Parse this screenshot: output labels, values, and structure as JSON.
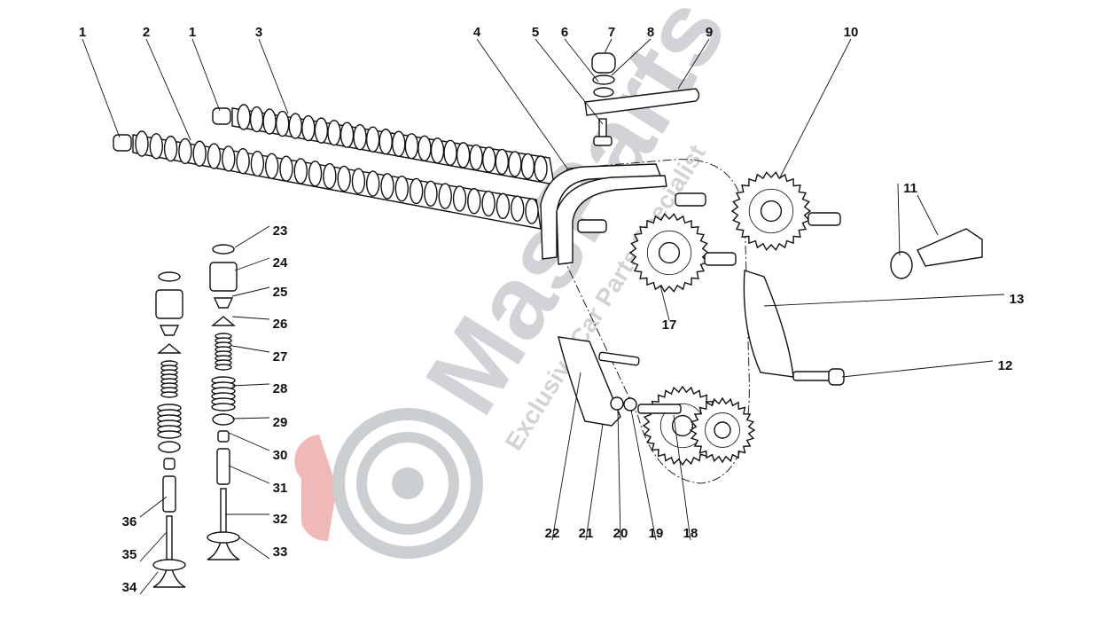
{
  "diagram": {
    "callouts": [
      "1",
      "2",
      "1",
      "3",
      "4",
      "5",
      "6",
      "7",
      "8",
      "9",
      "10",
      "11",
      "12",
      "13",
      "17",
      "18",
      "19",
      "20",
      "21",
      "22",
      "23",
      "24",
      "25",
      "26",
      "27",
      "28",
      "29",
      "30",
      "31",
      "32",
      "33",
      "34",
      "35",
      "36"
    ]
  },
  "watermark": {
    "brand": "MasParts",
    "tagline": "Exclusive Car Parts Specialist"
  },
  "colors": {
    "accent": "#e53935",
    "watermark": "#9aa0a6"
  }
}
